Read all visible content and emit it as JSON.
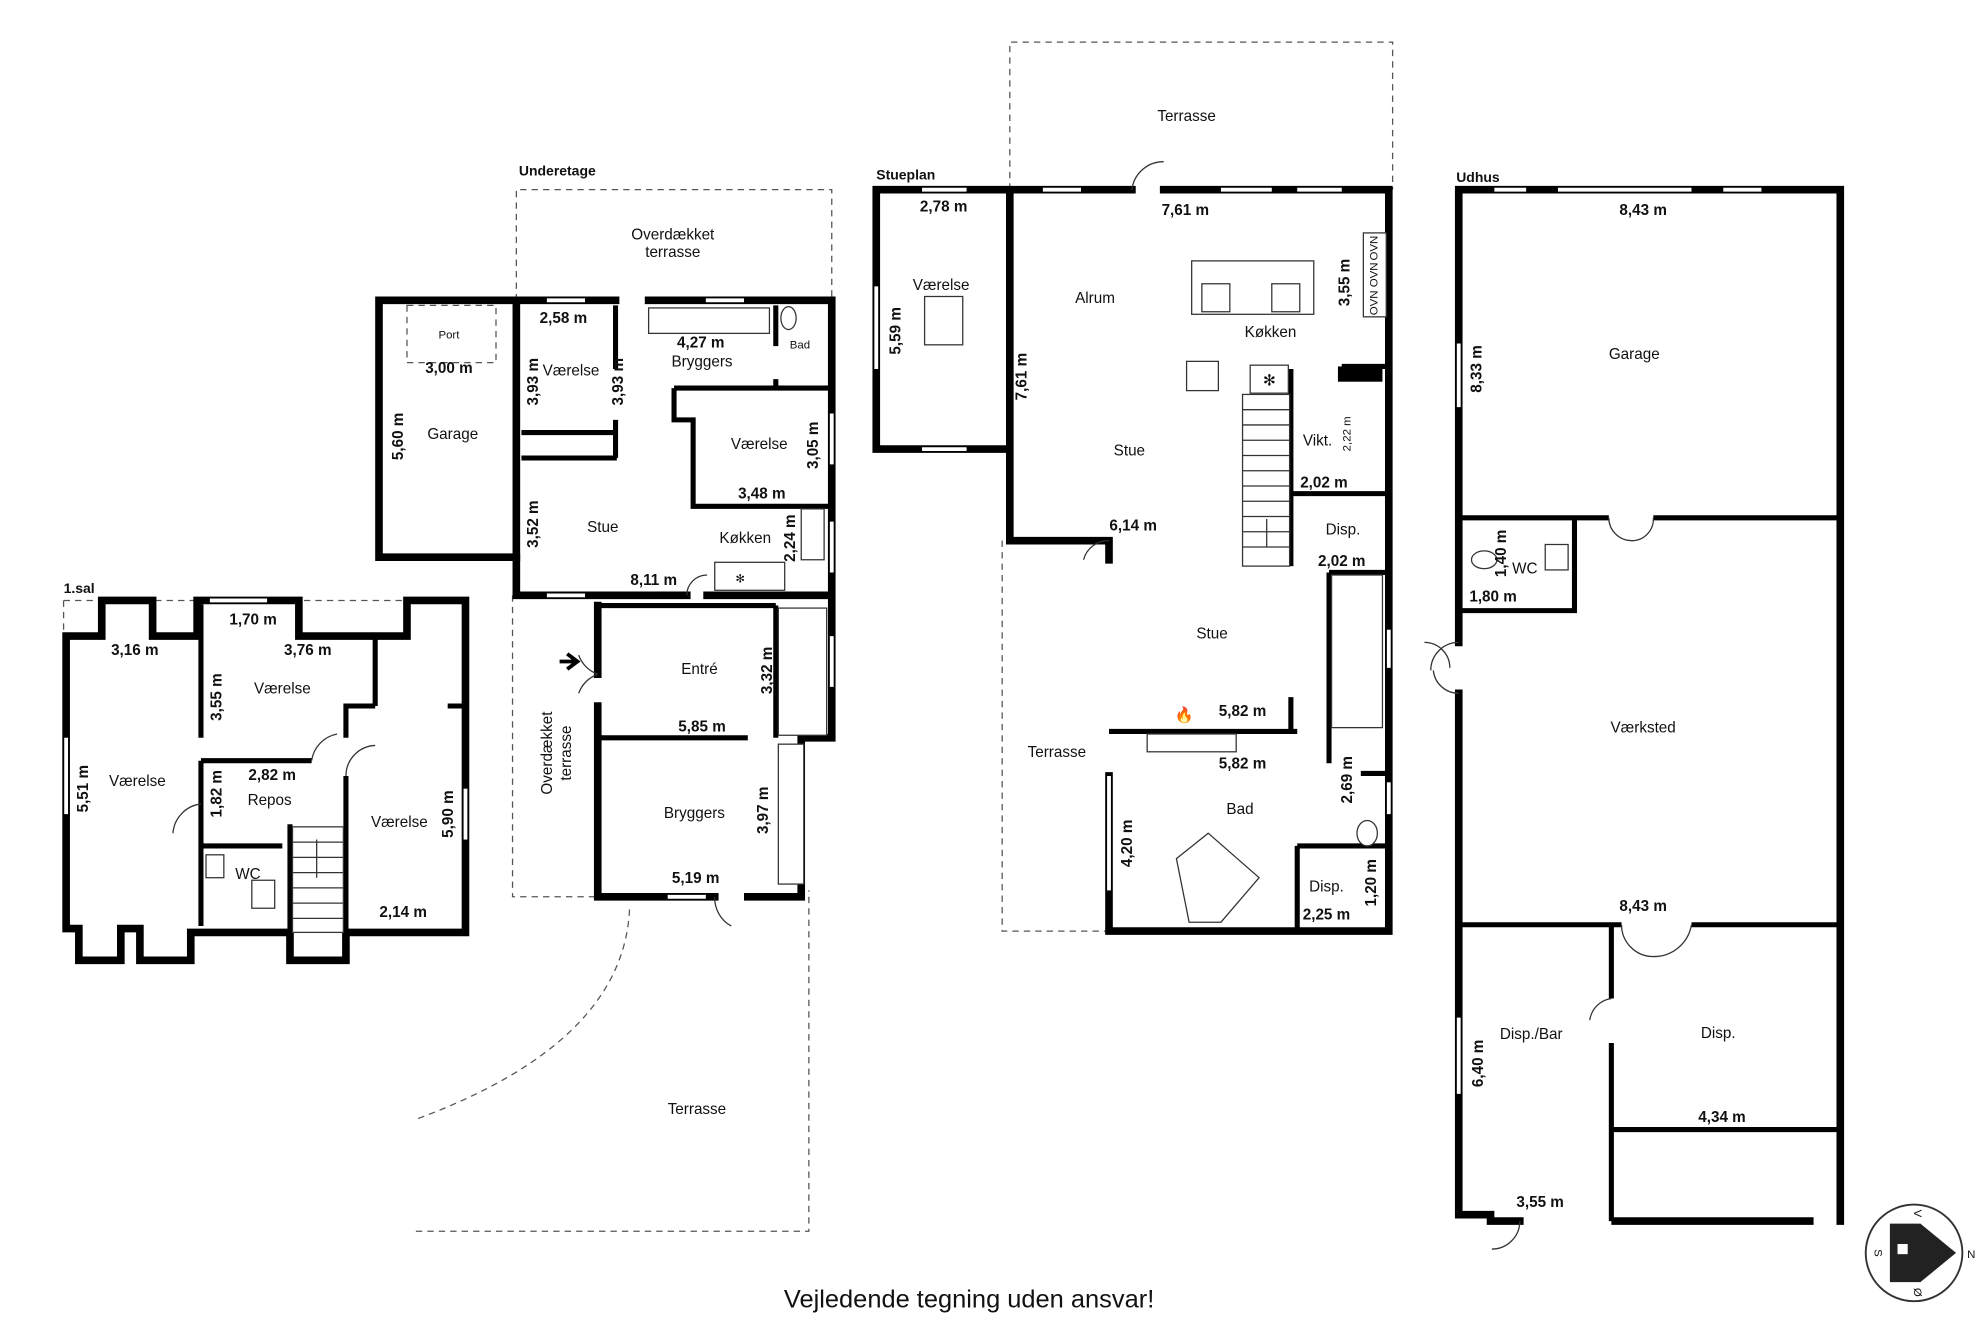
{
  "caption": "Vejledende tegning uden ansvar!",
  "compass": {
    "n": "N",
    "s": "S",
    "v": "V",
    "o": "Ø"
  },
  "first_floor": {
    "title": "1.sal",
    "rooms": [
      "Værelse",
      "Værelse",
      "Repos",
      "Værelse",
      "WC"
    ],
    "dims": [
      "3,16 m",
      "1,70 m",
      "3,76 m",
      "3,55 m",
      "5,51 m",
      "2,82 m",
      "1,82 m",
      "5,90 m",
      "2,14 m"
    ]
  },
  "basement": {
    "title": "Underetage",
    "rooms": [
      "Overdækket",
      "terrasse",
      "Port",
      "Garage",
      "Værelse",
      "Bryggers",
      "Bad",
      "Værelse",
      "Stue",
      "Køkken",
      "Entré",
      "Overdækket",
      "terrasse",
      "Bryggers",
      "Terrasse"
    ],
    "dims": [
      "3,00 m",
      "5,60 m",
      "2,58 m",
      "3,93 m",
      "3,93 m",
      "4,27 m",
      "3,05 m",
      "3,48 m",
      "3,52 m",
      "2,24 m",
      "8,11 m",
      "3,32 m",
      "5,85 m",
      "3,97 m",
      "5,19 m"
    ]
  },
  "ground_floor": {
    "title": "Stueplan",
    "rooms": [
      "Terrasse",
      "Værelse",
      "Alrum",
      "Køkken",
      "Stue",
      "Vikt.",
      "Disp.",
      "Stue",
      "Terrasse",
      "Bad",
      "Disp."
    ],
    "dims": [
      "2,78 m",
      "5,59 m",
      "7,61 m",
      "3,55 m",
      "7,61 m",
      "2,22 m",
      "2,02 m",
      "6,14 m",
      "2,02 m",
      "5,82 m",
      "5,82 m",
      "2,69 m",
      "4,20 m",
      "1,20 m",
      "2,25 m"
    ],
    "oven_labels": [
      "OVN",
      "OVN",
      "OVN"
    ]
  },
  "outbuilding": {
    "title": "Udhus",
    "rooms": [
      "Garage",
      "WC",
      "Værksted",
      "Disp./Bar",
      "Disp."
    ],
    "dims": [
      "8,43 m",
      "8,33 m",
      "1,40 m",
      "1,80 m",
      "8,43 m",
      "6,40 m",
      "4,34 m",
      "3,55 m"
    ]
  }
}
